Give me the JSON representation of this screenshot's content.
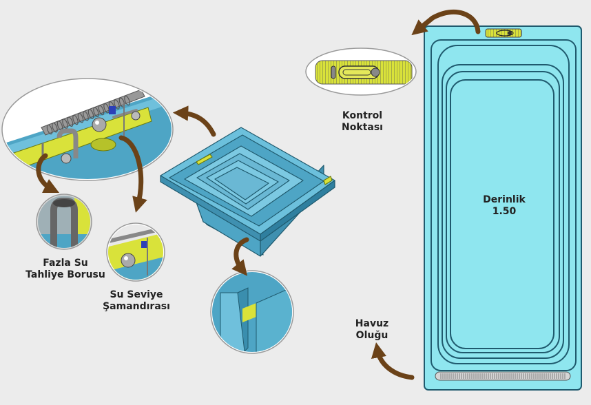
{
  "labels": {
    "control_point": [
      "Kontrol",
      "Noktası"
    ],
    "depth": [
      "Derinlik",
      "1.50"
    ],
    "gutter": [
      "Havuz",
      "Oluğu"
    ],
    "overflow_pipe": [
      "Fazla Su",
      "Tahliye Borusu"
    ],
    "float": [
      "Su Seviye",
      "Şamandırası"
    ]
  },
  "colors": {
    "background": "#ececec",
    "pool_water": "#8fe6ef",
    "pool_outline": "#1f5a6e",
    "pool_body": "#5aaecb",
    "accent_yellow": "#d9e23a",
    "arrow_brown": "#6b4218"
  }
}
